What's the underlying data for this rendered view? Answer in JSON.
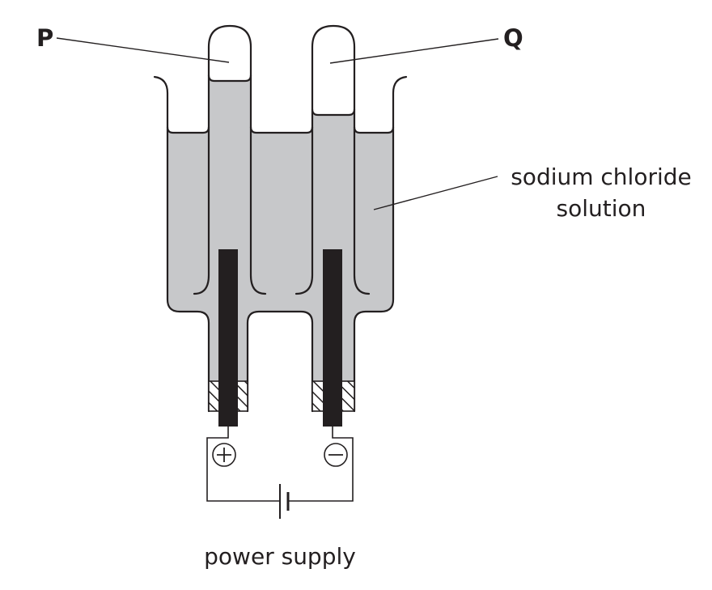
{
  "diagram": {
    "type": "electrolysis apparatus",
    "labels": {
      "gas_p": "P",
      "gas_q": "Q",
      "electrolyte_line1": "sodium chloride",
      "electrolyte_line2": "solution",
      "power": "power supply"
    },
    "terminals": {
      "left": "+",
      "right": "−"
    },
    "colors": {
      "solution": "#c7c8ca",
      "outline": "#231f20",
      "electrode": "#231f20",
      "background": "#ffffff"
    }
  }
}
